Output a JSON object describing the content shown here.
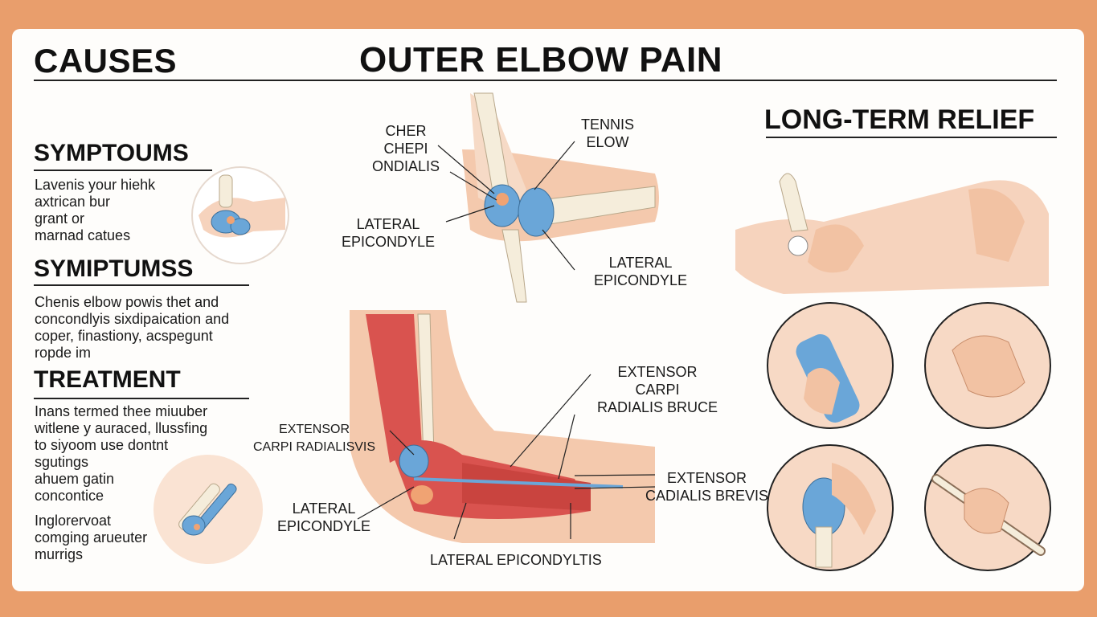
{
  "header": {
    "causes": "CAUSES",
    "title": "OUTER ELBOW PAIN",
    "relief": "LONG-TERM RELIEF"
  },
  "left": {
    "sec1_title": "SYMPTOUMS",
    "sec1_text": "Lavenis your hiehk\naxtrican bur\ngrant or\nmarnad catues",
    "sec2_title": "SYMIPTUMSS",
    "sec2_text": "Chenis elbow powis thet and\nconcondlyis sixdipaication and\ncoper, finastiony, acspegunt\nropde im",
    "sec3_title": "TREATMENT",
    "sec3_text": "Inans termed thee miuuber\nwitlene y auraced, llussfing\nto siyoom use dontnt\nsgutings\nahuem gatin\nconcontice",
    "sec4_text": "Inglorervoat\ncomging arueuter\nmurrigs"
  },
  "labels": {
    "cher": "CHER\nCHEPI\nONDIALIS",
    "tennis": "TENNIS\nELOW",
    "lat1": "LATERAL\nEPICONDYLE",
    "lat2": "LATERAL\nEPICONDYLE",
    "ecrb_top": "EXTENSOR\nCARPI\nRADIALIS BRUCE",
    "ecr_left": "EXTENSOR\nCARPI RADIALISVIS",
    "ecb_right": "EXTENSOR\nCADIALIS BREVIS",
    "lat3": "LATERAL\nEPICONDYLE",
    "bottom": "LATERAL EPICONDYLTIS"
  },
  "colors": {
    "frame": "#e99e6c",
    "skin": "#f4c9ad",
    "muscle": "#d9534f",
    "bone": "#f5eddb",
    "cartilage": "#6aa6d8"
  }
}
